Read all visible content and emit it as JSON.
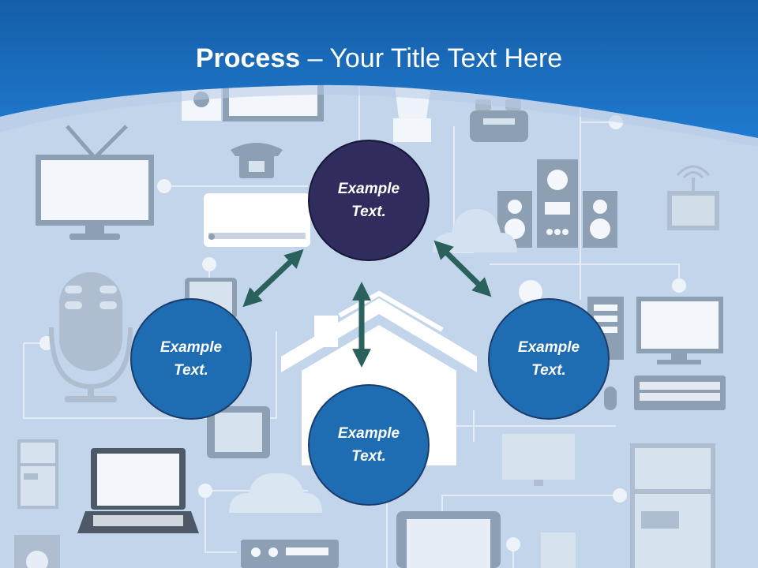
{
  "slide": {
    "title_bold": "Process",
    "title_rest": " – Your Title Text Here"
  },
  "nodes": {
    "top": {
      "label_line1": "Example",
      "label_line2": "Text."
    },
    "left": {
      "label_line1": "Example",
      "label_line2": "Text."
    },
    "right": {
      "label_line1": "Example",
      "label_line2": "Text."
    },
    "bottom": {
      "label_line1": "Example",
      "label_line2": "Text."
    }
  },
  "colors": {
    "header_blue": "#1a73c9",
    "background": "#c3d5eb",
    "node_top": "#302d5e",
    "node_blue": "#1e6cb2",
    "arrow": "#2a615c"
  },
  "background_icons": [
    "tv-icon",
    "microphone-icon",
    "laptop-icon",
    "phone-icon",
    "air-conditioner-icon",
    "speakers-icon",
    "router-icon",
    "monitor-icon",
    "keyboard-icon",
    "fridge-icon",
    "tablet-icon",
    "washing-machine-icon",
    "cloud-icon",
    "house-icon",
    "game-console-icon",
    "desktop-tower-icon"
  ]
}
